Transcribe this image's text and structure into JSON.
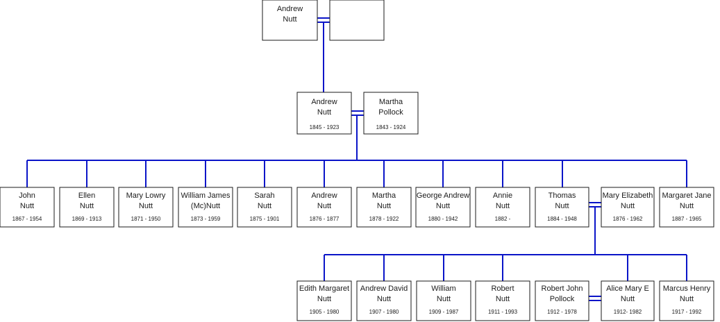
{
  "family_tree": {
    "generation_1": [
      {
        "name_line1": "Andrew",
        "name_line2": "Nutt",
        "dates": ""
      },
      {
        "name_line1": "",
        "name_line2": "",
        "dates": ""
      }
    ],
    "generation_2": [
      {
        "name_line1": "Andrew",
        "name_line2": "Nutt",
        "dates": "1845 - 1923"
      },
      {
        "name_line1": "Martha",
        "name_line2": "Pollock",
        "dates": "1843 - 1924"
      }
    ],
    "generation_3": [
      {
        "name_line1": "John",
        "name_line2": "Nutt",
        "dates": "1867 - 1954"
      },
      {
        "name_line1": "Ellen",
        "name_line2": "Nutt",
        "dates": "1869 - 1913"
      },
      {
        "name_line1": "Mary Lowry",
        "name_line2": "Nutt",
        "dates": "1871 -  1950"
      },
      {
        "name_line1": "William James",
        "name_line2": "(Mc)Nutt",
        "dates": "1873 - 1959"
      },
      {
        "name_line1": "Sarah",
        "name_line2": "Nutt",
        "dates": "1875 - 1901"
      },
      {
        "name_line1": "Andrew",
        "name_line2": "Nutt",
        "dates": "1876 - 1877"
      },
      {
        "name_line1": "Martha",
        "name_line2": "Nutt",
        "dates": "1878 - 1922"
      },
      {
        "name_line1": "George Andrew",
        "name_line2": "Nutt",
        "dates": "1880 - 1942"
      },
      {
        "name_line1": "Annie",
        "name_line2": "Nutt",
        "dates": "1882 -"
      },
      {
        "name_line1": "Thomas",
        "name_line2": "Nutt",
        "dates": "1884 - 1948"
      },
      {
        "name_line1": "Mary Elizabeth",
        "name_line2": "Nutt",
        "dates": "1876 - 1962"
      },
      {
        "name_line1": "Margaret Jane",
        "name_line2": "Nutt",
        "dates": "1887 - 1965"
      }
    ],
    "generation_4": [
      {
        "name_line1": "Edith Margaret",
        "name_line2": "Nutt",
        "dates": "1905 - 1980"
      },
      {
        "name_line1": "Andrew David",
        "name_line2": "Nutt",
        "dates": "1907 - 1980"
      },
      {
        "name_line1": "William",
        "name_line2": "Nutt",
        "dates": "1909 - 1987"
      },
      {
        "name_line1": "Robert",
        "name_line2": "Nutt",
        "dates": "1911 - 1993"
      },
      {
        "name_line1": "Robert John",
        "name_line2": "Pollock",
        "dates": "1912 - 1978"
      },
      {
        "name_line1": "Alice Mary E",
        "name_line2": "Nutt",
        "dates": "1912- 1982"
      },
      {
        "name_line1": "Marcus Henry",
        "name_line2": "Nutt",
        "dates": "1917 - 1992"
      }
    ]
  },
  "colors": {
    "connector": "#0a14c8",
    "box_border": "#1a1a1a",
    "text": "#1a1a1a"
  }
}
